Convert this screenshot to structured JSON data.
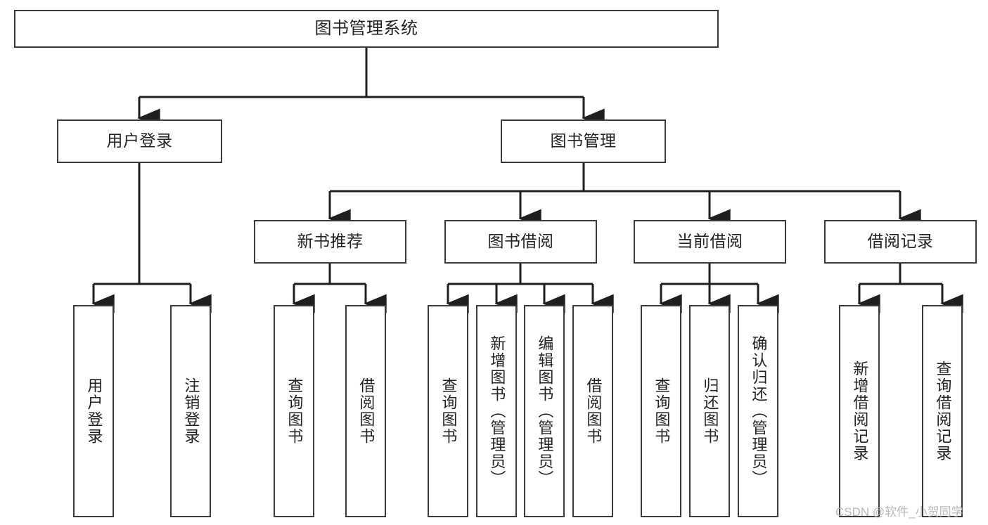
{
  "diagram": {
    "type": "tree-hierarchy",
    "title": "图书管理系统",
    "orientation": "top-down",
    "colors": {
      "border": "#3a3a3a",
      "fill": "#ffffff",
      "text": "#222222",
      "connector": "#1f1f1f",
      "watermark": "#b9b9b9"
    },
    "levels": 4
  },
  "root": {
    "label": "图书管理系统"
  },
  "level2": [
    {
      "label": "用户登录"
    },
    {
      "label": "图书管理"
    }
  ],
  "level3": [
    {
      "label": "新书推荐"
    },
    {
      "label": "图书借阅"
    },
    {
      "label": "当前借阅"
    },
    {
      "label": "借阅记录"
    }
  ],
  "leaves": {
    "user_login": [
      {
        "label": "用户登录"
      },
      {
        "label": "注销登录"
      }
    ],
    "new_book_recommend": [
      {
        "label": "查询图书"
      },
      {
        "label": "借阅图书"
      }
    ],
    "book_borrow": [
      {
        "label": "查询图书"
      },
      {
        "label": "新增图书（管理员）"
      },
      {
        "label": "编辑图书（管理员）"
      },
      {
        "label": "借阅图书"
      }
    ],
    "current_borrow": [
      {
        "label": "查询图书"
      },
      {
        "label": "归还图书"
      },
      {
        "label": "确认归还（管理员）"
      }
    ],
    "borrow_record": [
      {
        "label": "新增借阅记录"
      },
      {
        "label": "查询借阅记录"
      }
    ]
  },
  "watermark": {
    "text": "CSDN @软件_小贺同学"
  }
}
